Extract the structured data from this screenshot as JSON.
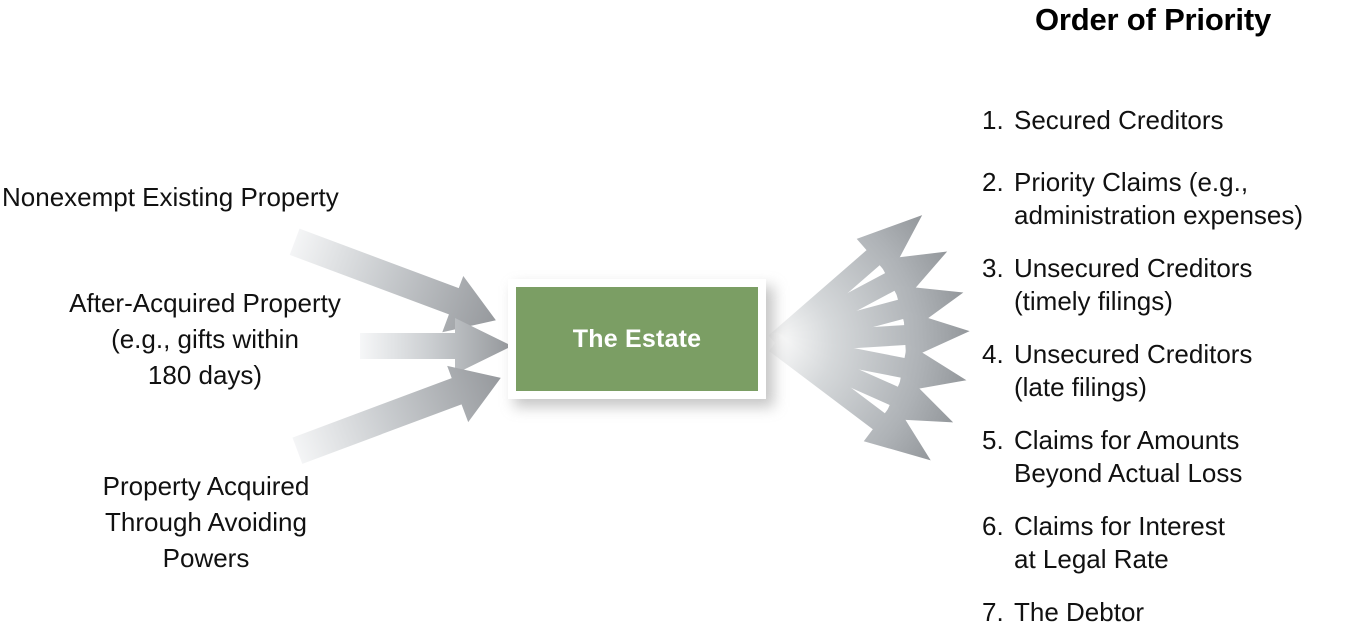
{
  "title": "Order of Priority",
  "center": {
    "label": "The Estate",
    "fill_color": "#7b9e64",
    "text_color": "#ffffff",
    "border_color": "#ffffff"
  },
  "sources": [
    {
      "text": "Nonexempt Existing Property"
    },
    {
      "text": "After-Acquired Property\n(e.g., gifts within\n180 days)"
    },
    {
      "text": "Property Acquired\nThrough Avoiding\nPowers"
    }
  ],
  "priority": [
    {
      "num": "1.",
      "text": "Secured Creditors"
    },
    {
      "num": "2.",
      "text": "Priority Claims (e.g.,\nadministration expenses)"
    },
    {
      "num": "3.",
      "text": "Unsecured Creditors\n(timely filings)"
    },
    {
      "num": "4.",
      "text": "Unsecured Creditors\n(late filings)"
    },
    {
      "num": "5.",
      "text": "Claims for Amounts\nBeyond Actual Loss"
    },
    {
      "num": "6.",
      "text": "Claims for Interest\nat Legal Rate"
    },
    {
      "num": "7.",
      "text": "The Debtor"
    }
  ],
  "arrows": {
    "color_tail": "#f2f3f4",
    "color_head": "#9b9fa3",
    "inbound_count": 3,
    "outbound_count": 7
  }
}
